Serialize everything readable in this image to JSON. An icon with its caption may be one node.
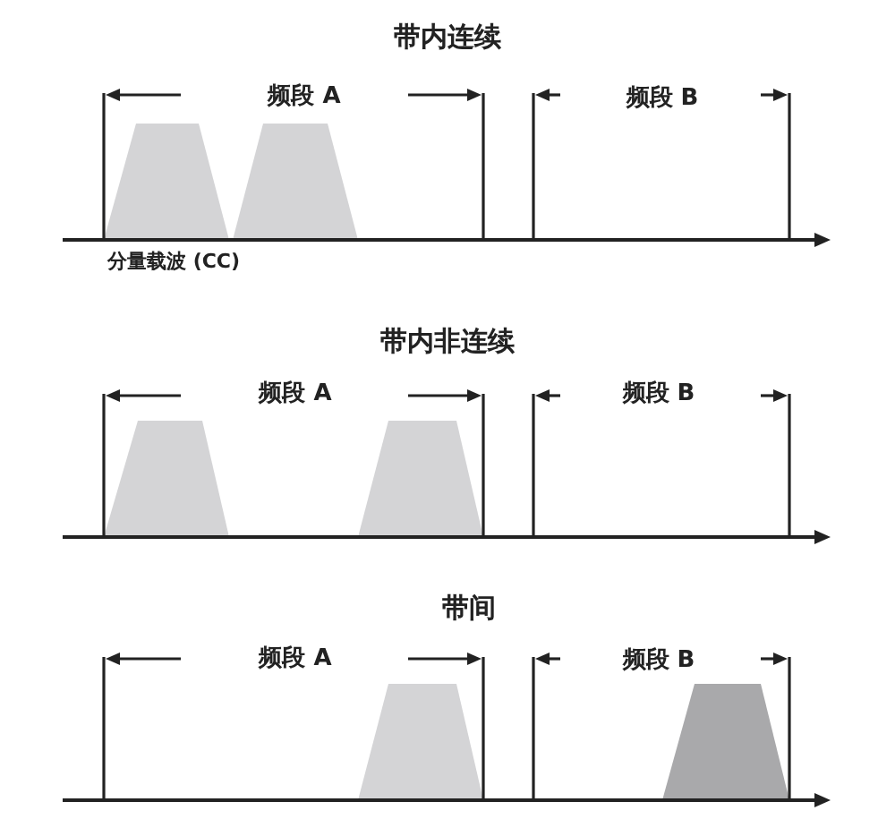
{
  "diagram": {
    "labels": [
      "带内连续",
      "频段 A",
      "频段 B",
      "分量载波 (CC)",
      "带内非连续",
      "频段 A",
      "频段 B",
      "带间",
      "频段 A",
      "频段 B"
    ]
  }
}
